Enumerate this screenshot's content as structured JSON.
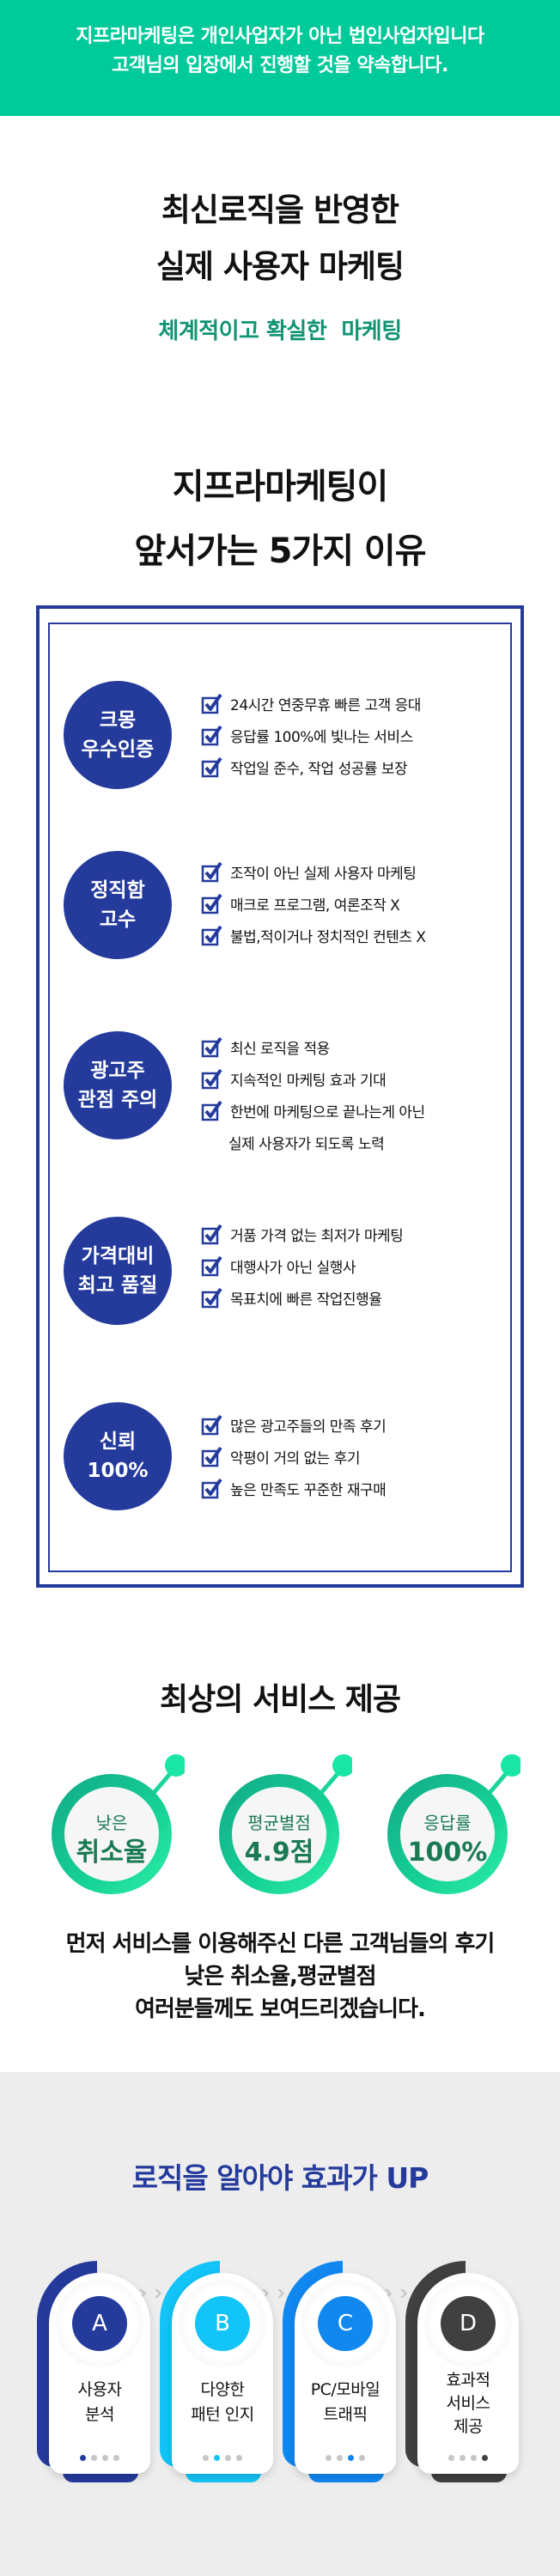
{
  "hero": {
    "line1": "지프라마케팅은 개인사업자가 아닌 법인사업자입니다",
    "line2": "고객님의 입장에서 진행할 것을 약속합니다.",
    "bg_color": "#00c99a"
  },
  "intro": {
    "title_line1": "최신로직을 반영한",
    "title_line2": "실제 사용자 마케팅",
    "subtitle": "체계적이고 확실한  마케팅"
  },
  "reasons_heading": {
    "line1": "지프라마케팅이",
    "line2": "앞서가는 5가지 이유"
  },
  "reasons": [
    {
      "badge_line1": "크몽",
      "badge_line2": "우수인증",
      "items": [
        "24시간 연중무휴 빠른 고객 응대",
        "응답률 100%에 빛나는 서비스",
        "작업일 준수, 작업 성공률 보장"
      ]
    },
    {
      "badge_line1": "정직함",
      "badge_line2": "고수",
      "items": [
        "조작이 아닌 실제 사용자 마케팅",
        "매크로 프로그램, 여론조작 X",
        "불법,적이거나 정치적인 컨텐츠 X"
      ]
    },
    {
      "badge_line1": "광고주",
      "badge_line2": "관점 주의",
      "items": [
        "최신 로직을 적용",
        "지속적인 마케팅 효과 기대",
        "한번에 마케팅으로 끝나는게 아닌"
      ],
      "continuation": "실제 사용자가 되도록 노력"
    },
    {
      "badge_line1": "가격대비",
      "badge_line2": "최고 품질",
      "items": [
        "거품 가격 없는 최저가 마케팅",
        "대행사가 아닌 실행사",
        "목표치에 빠른 작업진행율"
      ]
    },
    {
      "badge_line1": "신뢰",
      "badge_line2": "100%",
      "items": [
        "많은 광고주들의 만족 후기",
        "악평이 거의 없는 후기",
        "높은 만족도 꾸준한 재구매"
      ]
    }
  ],
  "service": {
    "title": "최상의 서비스 제공",
    "stats": [
      {
        "label": "낮은",
        "value": "취소율"
      },
      {
        "label": "평균별점",
        "value": "4.9점"
      },
      {
        "label": "응답률",
        "value": "100%"
      }
    ],
    "review_line1": "먼저 서비스를 이용해주신 다른 고객님들의 후기",
    "review_line2": "낮은 취소율,평균별점",
    "review_line3": "여러분들께도 보여드리겠습니다."
  },
  "logic": {
    "title": "로직을 알아야 효과가 UP",
    "steps": [
      {
        "letter": "A",
        "line1": "사용자",
        "line2": "분석",
        "line3": "",
        "color": "#253b9c",
        "active_dot": 0
      },
      {
        "letter": "B",
        "line1": "다양한",
        "line2": "패턴 인지",
        "line3": "",
        "color": "#12c4f7",
        "active_dot": 1
      },
      {
        "letter": "C",
        "line1": "PC/모바일",
        "line2": "트래픽",
        "line3": "",
        "color": "#1188f0",
        "active_dot": 2
      },
      {
        "letter": "D",
        "line1": "효과적",
        "line2": "서비스",
        "line3": "제공",
        "color": "#404040",
        "active_dot": 3
      }
    ]
  }
}
